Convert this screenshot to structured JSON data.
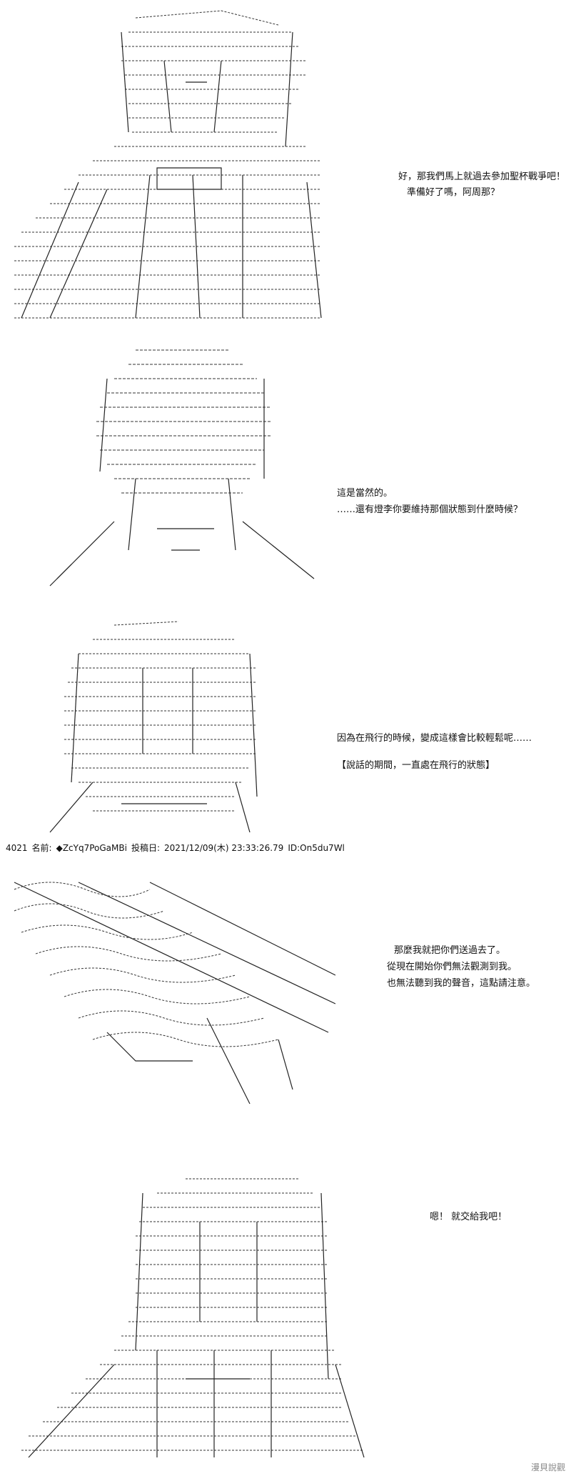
{
  "panels": [
    {
      "lines": [
        "好，那我們馬上就過去參加聖杯戰爭吧！",
        "準備好了嗎，阿周那？"
      ]
    },
    {
      "lines": [
        "這是當然的。",
        "……還有燈李你要維持那個狀態到什麼時候？"
      ]
    },
    {
      "lines": [
        "因為在飛行的時候，變成這樣會比較輕鬆呢……",
        "【說話的期間，一直處在飛行的狀態】"
      ]
    },
    {
      "lines": [
        "那麼我就把你們送過去了。",
        "從現在開始你們無法觀測到我。",
        "也無法聽到我的聲音，這點請注意。"
      ]
    },
    {
      "lines": [
        "嗯！ 就交給我吧！"
      ]
    }
  ],
  "post_header": {
    "number": "4021",
    "name_label": "名前:",
    "trip": "◆ZcYq7PoGaMBi",
    "date_label": "投稿日:",
    "date": "2021/12/09(木) 23:33:26.79",
    "id": "ID:On5du7Wl"
  },
  "watermark": "漫貝說觀"
}
